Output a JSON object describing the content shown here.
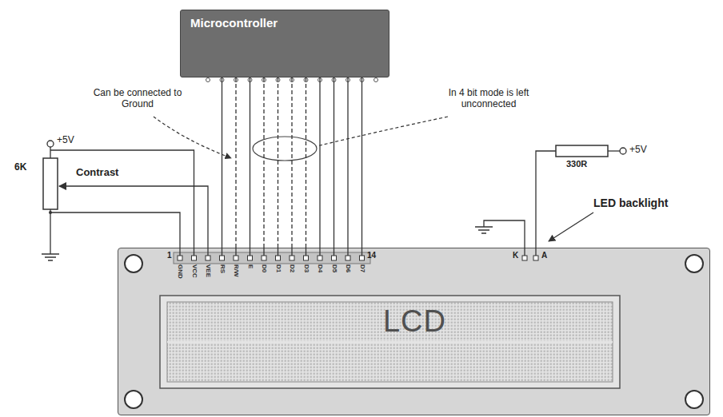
{
  "diagram": {
    "nodes": [
      {
        "text": [
          "Microcontroller"
        ]
      },
      {
        "text": [
          "LCD"
        ]
      }
    ],
    "edges": [
      {
        "from": 0,
        "to": 1,
        "arrow": "none"
      },
      {
        "from": 0,
        "to": 1,
        "arrow": "none"
      },
      {
        "from": 0,
        "to": 1,
        "arrow": "none"
      },
      {
        "from": 0,
        "to": 1,
        "arrow": "none"
      },
      {
        "from": 0,
        "to": 1,
        "arrow": "none"
      },
      {
        "from": 0,
        "to": 1,
        "arrow": "none"
      },
      {
        "from": 0,
        "to": 1,
        "arrow": "none"
      },
      {
        "from": 0,
        "to": 1,
        "arrow": "none"
      },
      {
        "from": 0,
        "to": 1,
        "arrow": "none"
      },
      {
        "from": 0,
        "to": 1,
        "arrow": "none"
      },
      {
        "from": 0,
        "to": 1,
        "arrow": "none"
      }
    ],
    "labels": [
      "+5V",
      "6K",
      "Contrast",
      "Can be connected to Ground",
      "In 4 bit mode is left unconnected",
      "330R",
      "+5V",
      "LED backlight",
      "1",
      "14",
      "K",
      "A",
      "GND",
      "VCC",
      "VEE",
      "RS",
      "R/W",
      "E",
      "D0",
      "D1",
      "D2",
      "D3",
      "D4",
      "D5",
      "D6",
      "D7"
    ]
  }
}
